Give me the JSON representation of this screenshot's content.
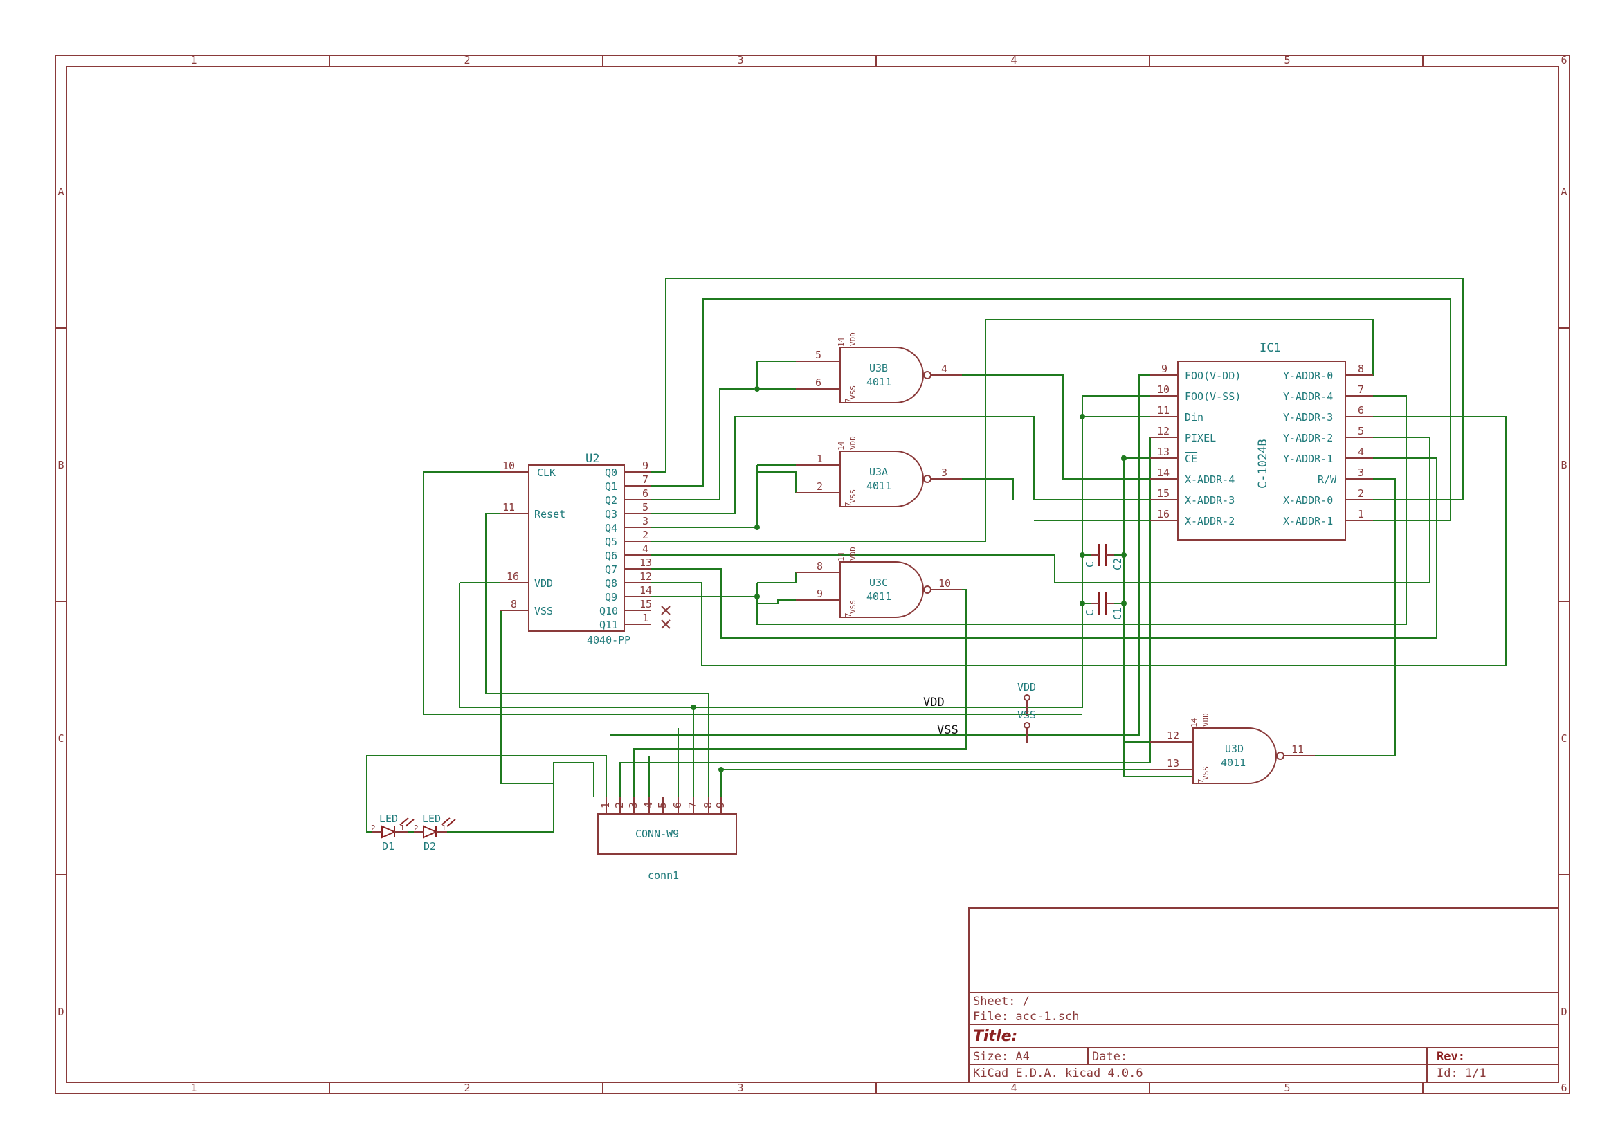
{
  "border": {
    "columns": [
      "1",
      "2",
      "3",
      "4",
      "5",
      "6"
    ],
    "rows": [
      "A",
      "B",
      "C",
      "D"
    ]
  },
  "components": {
    "u2": {
      "ref": "U2",
      "value": "4040-PP",
      "left_pins": [
        {
          "num": "10",
          "name": "CLK"
        },
        {
          "num": "11",
          "name": "Reset"
        },
        {
          "num": "16",
          "name": "VDD"
        },
        {
          "num": "8",
          "name": "VSS"
        }
      ],
      "right_pins": [
        {
          "num": "9",
          "name": "Q0"
        },
        {
          "num": "7",
          "name": "Q1"
        },
        {
          "num": "6",
          "name": "Q2"
        },
        {
          "num": "5",
          "name": "Q3"
        },
        {
          "num": "3",
          "name": "Q4"
        },
        {
          "num": "2",
          "name": "Q5"
        },
        {
          "num": "4",
          "name": "Q6"
        },
        {
          "num": "13",
          "name": "Q7"
        },
        {
          "num": "12",
          "name": "Q8"
        },
        {
          "num": "14",
          "name": "Q9"
        },
        {
          "num": "15",
          "name": "Q10"
        },
        {
          "num": "1",
          "name": "Q11"
        }
      ]
    },
    "u3b": {
      "ref": "U3B",
      "value": "4011",
      "in1": "5",
      "in2": "6",
      "out": "4",
      "vdd_pin": "14",
      "vdd": "VDD",
      "vss_pin": "7",
      "vss": "VSS"
    },
    "u3a": {
      "ref": "U3A",
      "value": "4011",
      "in1": "1",
      "in2": "2",
      "out": "3",
      "vdd_pin": "14",
      "vdd": "VDD",
      "vss_pin": "7",
      "vss": "VSS"
    },
    "u3c": {
      "ref": "U3C",
      "value": "4011",
      "in1": "8",
      "in2": "9",
      "out": "10",
      "vdd_pin": "14",
      "vdd": "VDD",
      "vss_pin": "7",
      "vss": "VSS"
    },
    "u3d": {
      "ref": "U3D",
      "value": "4011",
      "in1": "12",
      "in2": "13",
      "out": "11",
      "vdd_pin": "14",
      "vdd": "VDD",
      "vss_pin": "7",
      "vss": "VSS"
    },
    "ic1": {
      "ref": "IC1",
      "value": "C-1024B",
      "left_pins": [
        {
          "num": "9",
          "name": "FOO(V-DD)"
        },
        {
          "num": "10",
          "name": "FOO(V-SS)"
        },
        {
          "num": "11",
          "name": "Din"
        },
        {
          "num": "12",
          "name": "PIXEL"
        },
        {
          "num": "13",
          "name": "CE"
        },
        {
          "num": "14",
          "name": "X-ADDR-4"
        },
        {
          "num": "15",
          "name": "X-ADDR-3"
        },
        {
          "num": "16",
          "name": "X-ADDR-2"
        }
      ],
      "right_pins": [
        {
          "num": "8",
          "name": "Y-ADDR-0"
        },
        {
          "num": "7",
          "name": "Y-ADDR-4"
        },
        {
          "num": "6",
          "name": "Y-ADDR-3"
        },
        {
          "num": "5",
          "name": "Y-ADDR-2"
        },
        {
          "num": "4",
          "name": "Y-ADDR-1"
        },
        {
          "num": "3",
          "name": "R/W"
        },
        {
          "num": "2",
          "name": "X-ADDR-0"
        },
        {
          "num": "1",
          "name": "X-ADDR-1"
        }
      ]
    },
    "c2": {
      "ref": "C2",
      "value": "C"
    },
    "c1": {
      "ref": "C1",
      "value": "C"
    },
    "conn1": {
      "ref": "conn1",
      "value": "CONN-W9",
      "pins": [
        "1",
        "2",
        "3",
        "4",
        "5",
        "6",
        "7",
        "8",
        "9"
      ]
    },
    "d1": {
      "ref": "D1",
      "value": "LED",
      "pin_a": "2",
      "pin_k": "1"
    },
    "d2": {
      "ref": "D2",
      "value": "LED",
      "pin_a": "2",
      "pin_k": "1"
    },
    "pwr_vdd": {
      "label": "VDD"
    },
    "pwr_vss": {
      "label": "VSS"
    }
  },
  "nets": {
    "vdd": "VDD",
    "vss": "VSS"
  },
  "title_block": {
    "sheet": "Sheet: /",
    "file": "File: acc-1.sch",
    "title": "Title:",
    "size": "Size: A4",
    "date": "Date:",
    "rev": "Rev:",
    "tool": "KiCad E.D.A.  kicad 4.0.6",
    "id": "Id: 1/1"
  }
}
